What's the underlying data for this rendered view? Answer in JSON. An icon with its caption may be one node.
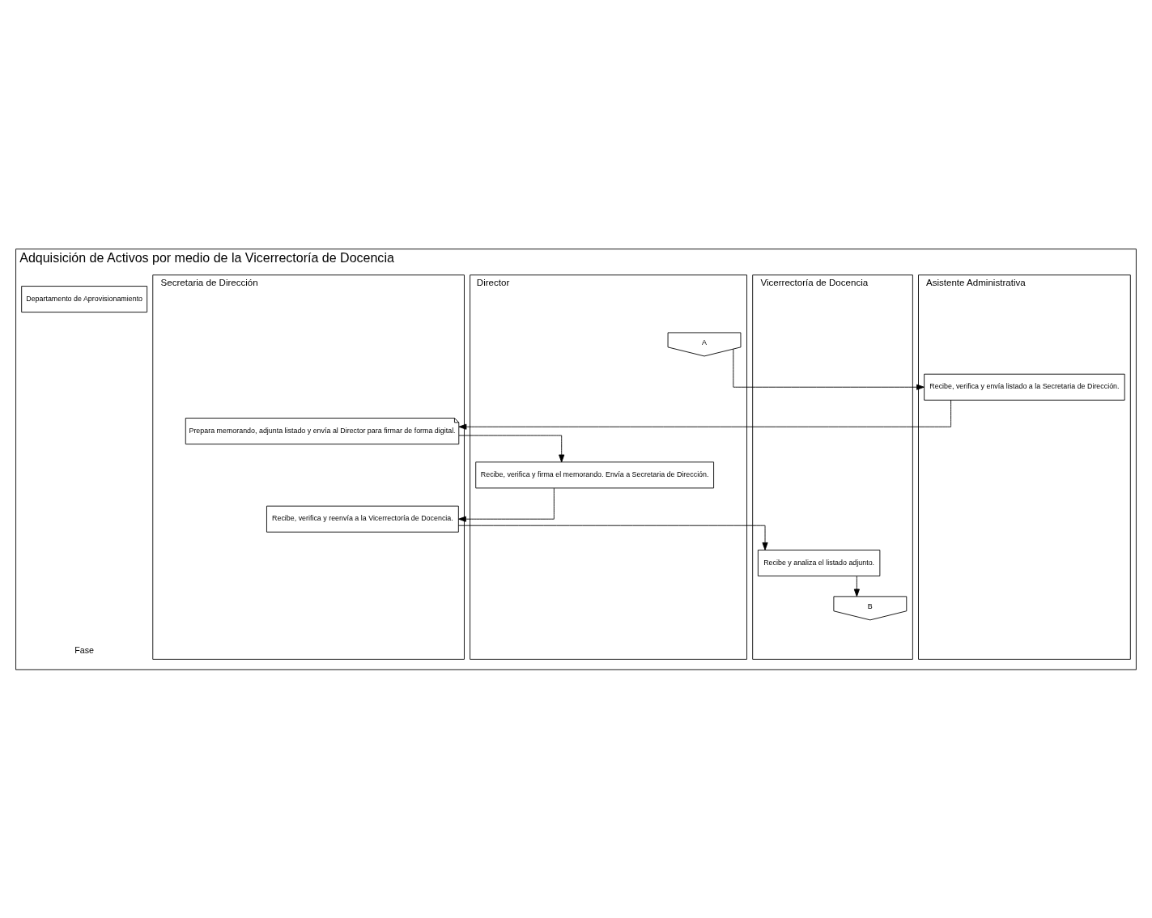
{
  "diagram": {
    "nodes": [
      {
        "text": [
          "Adquisición de Activos por medio de la Vicerrectoría de Docencia"
        ]
      },
      {
        "text": [
          "Vicerrectoría de Docencia"
        ],
        "in": 0
      },
      {
        "text": [
          "Director"
        ],
        "in": 0
      },
      {
        "text": [
          "Asistente Administrativa"
        ],
        "in": 0
      },
      {
        "text": [
          "Secretaria de Dirección"
        ],
        "in": 0
      },
      {
        "text": [
          "Departamento de Aprovisionamiento"
        ],
        "in": 0
      },
      {
        "text": [
          "A"
        ],
        "in": 2
      },
      {
        "text": [
          "Recibe, verifica y envía listado a la Secretaria de Dirección."
        ],
        "in": 3
      },
      {
        "text": [
          "Prepara memorando, adjunta listado y envía al Director para firmar de forma digital."
        ],
        "in": 4
      },
      {
        "text": [
          "Recibe, verifica y firma el memorando. Envía a Secretaria de Dirección."
        ],
        "in": 2
      },
      {
        "text": [
          "Recibe, verifica y reenvía a la Vicerrectoría de Docencia."
        ],
        "in": 4
      },
      {
        "text": [
          "Recibe y analiza el listado adjunto."
        ],
        "in": 1
      },
      {
        "text": [
          "B"
        ],
        "in": 1
      }
    ],
    "edges": [
      {
        "from": 6,
        "to": 7,
        "arrow": "to"
      },
      {
        "from": 7,
        "to": 8,
        "arrow": "to"
      },
      {
        "from": 8,
        "to": 9,
        "arrow": "to"
      },
      {
        "from": 9,
        "to": 10,
        "arrow": "to"
      },
      {
        "from": 10,
        "to": 11,
        "arrow": "to"
      },
      {
        "from": 11,
        "to": 12,
        "arrow": "to"
      }
    ],
    "labels": [
      "Fase"
    ]
  }
}
